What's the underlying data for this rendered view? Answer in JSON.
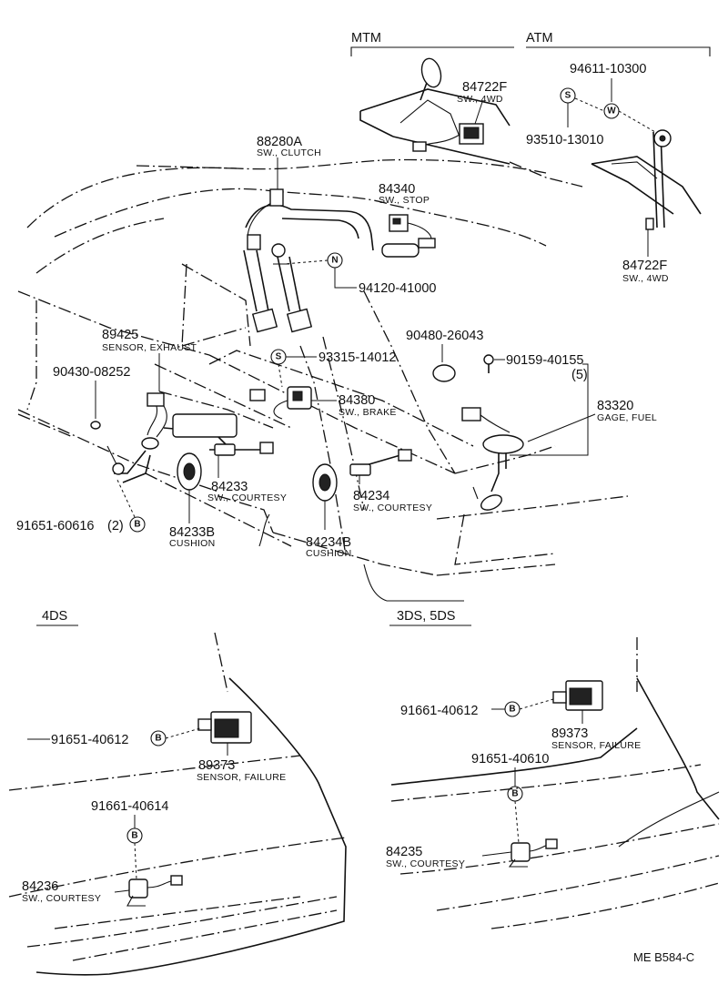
{
  "headers": {
    "mtm": "MTM",
    "atm": "ATM",
    "four_ds": "4DS",
    "three_five_ds": "3DS, 5DS"
  },
  "parts": {
    "p84722f_mtm": {
      "number": "84722F",
      "name": "SW., 4WD"
    },
    "p94611": {
      "number": "94611-10300"
    },
    "p93510": {
      "number": "93510-13010"
    },
    "p84722f_atm": {
      "number": "84722F",
      "name": "SW., 4WD"
    },
    "p88280a": {
      "number": "88280A",
      "name": "SW., CLUTCH"
    },
    "p84340": {
      "number": "84340",
      "name": "SW., STOP"
    },
    "p94120": {
      "number": "94120-41000"
    },
    "p89425": {
      "number": "89425",
      "name": "SENSOR, EXHAUST"
    },
    "p93315": {
      "number": "93315-14012"
    },
    "p90430": {
      "number": "90430-08252"
    },
    "p90480": {
      "number": "90480-26043"
    },
    "p90159": {
      "number": "90159-40155",
      "qty": "(5)"
    },
    "p84380": {
      "number": "84380",
      "name": "SW., BRAKE"
    },
    "p83320": {
      "number": "83320",
      "name": "GAGE, FUEL"
    },
    "p84233": {
      "number": "84233",
      "name": "SW., COURTESY"
    },
    "p84234": {
      "number": "84234",
      "name": "SW., COURTESY"
    },
    "p91651_60616": {
      "number": "91651-60616",
      "qty": "(2)"
    },
    "p84233b": {
      "number": "84233B",
      "name": "CUSHION"
    },
    "p84234b": {
      "number": "84234B",
      "name": "CUSHION"
    },
    "p91651_40612_l": {
      "number": "91651-40612"
    },
    "p89373_l": {
      "number": "89373",
      "name": "SENSOR, FAILURE"
    },
    "p91661_40614": {
      "number": "91661-40614"
    },
    "p84236": {
      "number": "84236",
      "name": "SW., COURTESY"
    },
    "p91661_40612_r": {
      "number": "91661-40612"
    },
    "p89373_r": {
      "number": "89373",
      "name": "SENSOR, FAILURE"
    },
    "p91651_40610": {
      "number": "91651-40610"
    },
    "p84235": {
      "number": "84235",
      "name": "SW., COURTESY"
    }
  },
  "symbols": {
    "s": "S",
    "w": "W",
    "n": "N",
    "b": "B"
  },
  "reference": "ME B584-C"
}
